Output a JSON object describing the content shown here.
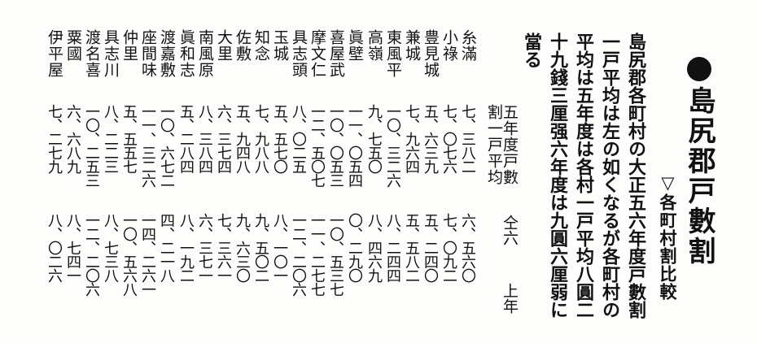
{
  "article": {
    "headline": "島尻郡戸數割",
    "subhead": "▽各町村割比較",
    "body": [
      "島尻郡各町村の大正五六年度戸數割",
      "一戸平均は左の如くなるが各町村の",
      "平均は五年度は各村一戸平均八圓二",
      "十九錢三厘强六年度は九圓六厘弱に",
      "當る"
    ]
  },
  "table": {
    "header_y5_main": "五年度戸數",
    "header_y5_sub": "割一戸平均",
    "header_y6": "仝六",
    "header_y6_tail": "上年",
    "municipalities": [
      "糸滿",
      "小祿",
      "豊見城",
      "兼城",
      "東風平",
      "高嶺",
      "眞壁",
      "喜屋武",
      "摩文仁",
      "具志頭",
      "玉城",
      "知念",
      "佐敷",
      "大里",
      "南風原",
      "眞和志",
      "渡嘉敷",
      "座間味",
      "仲里",
      "具志川",
      "渡名喜",
      "粟國",
      "伊平屋"
    ],
    "y5": [
      "七、三八二",
      "七、〇七六",
      "五、六三九",
      "七、九六四",
      "一〇、三二六",
      "九、七五〇",
      "一一、〇五四",
      "一〇、〇五三",
      "一二、五〇七",
      "八、〇二五",
      "五、五七〇",
      "七、九八八",
      "五、九四八",
      "六、三七四",
      "八、三八四",
      "五、二八四",
      "一〇、六七二",
      "一一、三二六",
      "五、五五七",
      "八、二二三",
      "一〇、二五三",
      "六、六八九",
      "七、二七九"
    ],
    "y6": [
      "六、五六〇",
      "七、〇九二",
      "五、二四〇",
      "五、五八二",
      "八、二四四",
      "八、四六九",
      "〇、二九〇",
      "一〇、五三七",
      "一一、二七七",
      "一二、二〇六",
      "八、一〇一",
      "九、五〇二",
      "九、六三〇",
      "七、三六一",
      "六、三七一",
      "八、一九二",
      "四、二一八",
      "一四、二六一",
      "一〇、五六八",
      "八、七三八",
      "一二、二〇六",
      "八、七四一",
      "八、〇二六"
    ]
  }
}
